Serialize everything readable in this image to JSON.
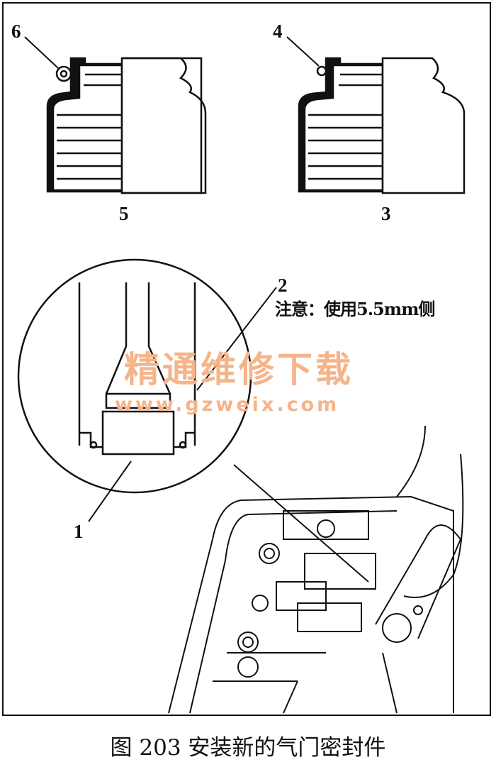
{
  "figure": {
    "callouts": {
      "c1": "1",
      "c2": "2",
      "c3": "3",
      "c4": "4",
      "c5": "5",
      "c6": "6"
    },
    "note": "注意：使用5.5mm侧",
    "watermark": {
      "title": "精通维修下载",
      "url": "www.gzweix.com"
    },
    "caption": "图 203   安装新的气门密封件"
  }
}
